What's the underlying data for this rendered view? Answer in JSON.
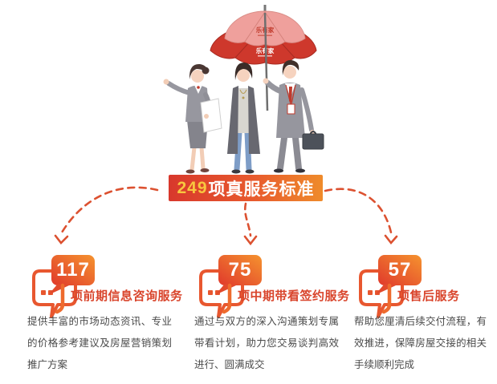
{
  "banner": {
    "highlight": "249",
    "label": "项真服务标准"
  },
  "umbrella": {
    "top_label": "乐有家",
    "main_label": "乐有家"
  },
  "sections": [
    {
      "count": "117",
      "title": "项前期信息咨询服务",
      "description": "提供丰富的市场动态资讯、专业的价格参考建议及房屋营销策划推广方案"
    },
    {
      "count": "75",
      "title": "项中期带看签约服务",
      "description": "通过与双方的深入沟通策划专属带看计划，助力您交易谈判高效进行、圆满成交"
    },
    {
      "count": "57",
      "title": "项售后服务",
      "description": "帮助您厘清后续交付流程，有效推进，保障房屋交接的相关手续顺利完成"
    }
  ],
  "colors": {
    "accent_red": "#d8382c",
    "accent_orange": "#ef8b2b",
    "dash": "#dc5130",
    "bubble_outline": "#e8572f",
    "banner_highlight": "#f8c73f",
    "body_text": "#4a4a4a"
  }
}
